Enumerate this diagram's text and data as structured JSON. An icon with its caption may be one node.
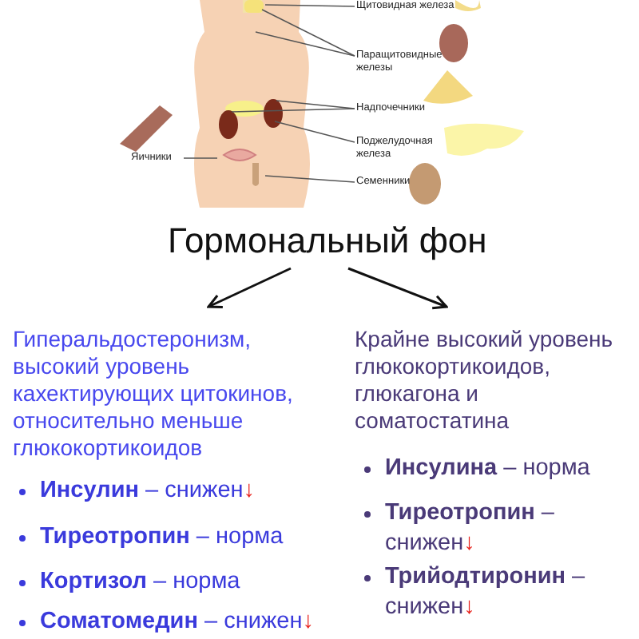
{
  "diagram": {
    "nodes": [
      {
        "text": [
          "Щитовидная железа"
        ]
      },
      {
        "text": [
          "Паращитовидные железы"
        ]
      },
      {
        "text": [
          "Надпочечники"
        ]
      },
      {
        "text": [
          "Поджелудочная железа"
        ]
      },
      {
        "text": [
          "Семенники"
        ]
      },
      {
        "text": [
          "Яичники"
        ]
      },
      {
        "text": [
          "Гормональный фон"
        ]
      },
      {
        "text": [
          "Гиперальдостеронизм, высокий уровень кахектирующих цитокинов, относительно меньше глюкокортикоидов"
        ]
      },
      {
        "text": [
          "Крайне высокий уровень глюкокортикоидов, глюкагона и соматостатина"
        ]
      },
      {
        "text": [
          "**Инсулин** – снижен",
          "↓"
        ]
      },
      {
        "text": [
          "**Тиреотропин** – норма"
        ]
      },
      {
        "text": [
          "**Кортизол** – норма"
        ]
      },
      {
        "text": [
          "**Соматомедин** – снижен",
          "↓"
        ]
      },
      {
        "text": [
          "**Инсулина** – норма"
        ]
      },
      {
        "text": [
          "**Тиреотропин** – снижен",
          "↓"
        ]
      },
      {
        "text": [
          "**Трийодтиронин** – снижен",
          "↓"
        ]
      }
    ],
    "edges": [
      {
        "from": 0,
        "to": null,
        "arrow": "none"
      },
      {
        "from": 1,
        "to": null,
        "arrow": "none"
      },
      {
        "from": 1,
        "to": null,
        "arrow": "none"
      },
      {
        "from": 2,
        "to": null,
        "arrow": "none"
      },
      {
        "from": 2,
        "to": null,
        "arrow": "none"
      },
      {
        "from": 3,
        "to": null,
        "arrow": "none"
      },
      {
        "from": 4,
        "to": null,
        "arrow": "none"
      },
      {
        "from": 5,
        "to": null,
        "arrow": "none"
      },
      {
        "from": 6,
        "to": 7,
        "arrow": "to"
      },
      {
        "from": 6,
        "to": 8,
        "arrow": "to"
      }
    ]
  }
}
